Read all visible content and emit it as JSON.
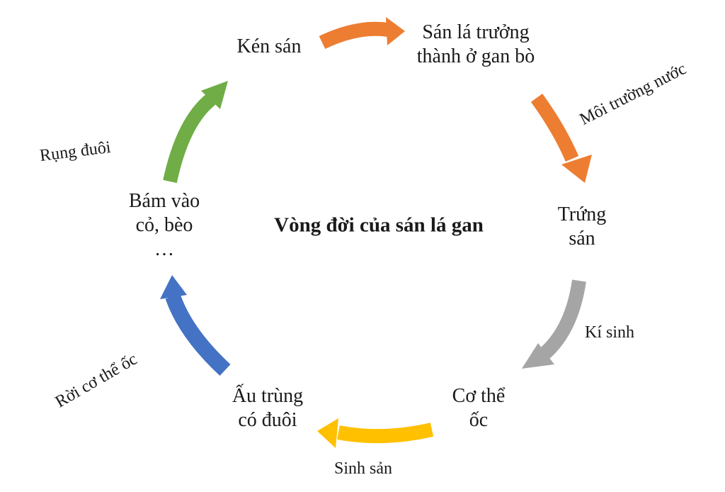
{
  "title": "Vòng đời của sán lá gan",
  "nodes": [
    {
      "id": "ken-san",
      "lines": [
        "Kén sán"
      ]
    },
    {
      "id": "san-la-truong-thanh",
      "lines": [
        "Sán lá trưởng",
        "thành ở gan bò"
      ]
    },
    {
      "id": "trung-san",
      "lines": [
        "Trứng",
        "sán"
      ]
    },
    {
      "id": "co-the-oc",
      "lines": [
        "Cơ thể",
        "ốc"
      ]
    },
    {
      "id": "au-trung-co-duoi",
      "lines": [
        "Ấu trùng",
        "có đuôi"
      ]
    },
    {
      "id": "bam-vao-co-beo",
      "lines": [
        "Bám vào",
        "cỏ, bèo",
        "…"
      ]
    }
  ],
  "edges": [
    {
      "id": "ken-to-san-la",
      "label": "",
      "color": "#ED7D31"
    },
    {
      "id": "san-la-to-trung",
      "label": "Môi trường nước",
      "color": "#ED7D31"
    },
    {
      "id": "trung-to-oc",
      "label": "Kí sinh",
      "color": "#A5A5A5"
    },
    {
      "id": "oc-to-au-trung",
      "label": "Sinh sản",
      "color": "#FFC000"
    },
    {
      "id": "au-trung-to-bam",
      "label": "Rời cơ thể ốc",
      "color": "#4472C4"
    },
    {
      "id": "bam-to-ken",
      "label": "Rụng đuôi",
      "color": "#70AD47"
    }
  ]
}
